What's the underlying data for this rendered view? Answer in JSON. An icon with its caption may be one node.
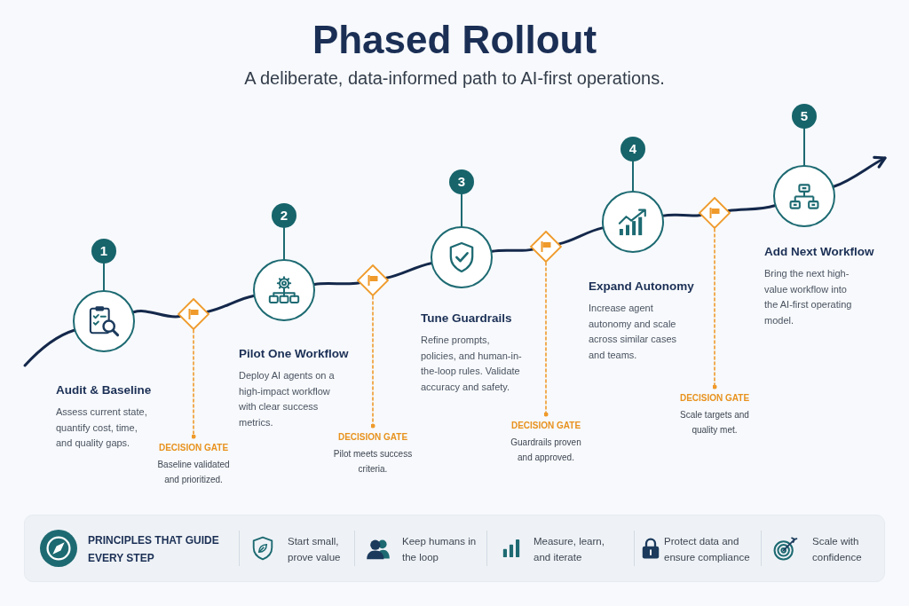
{
  "diagram": {
    "title": "Phased Rollout",
    "nodes": [
      {
        "text": [
          "1"
        ]
      },
      {
        "text": [],
        "shape": "circle",
        "beside": [
          "Audit & Baseline"
        ]
      },
      {
        "text": [],
        "shape": "diamond"
      },
      {
        "text": [
          "DECISION GATE",
          "Baseline validated and prioritized."
        ]
      },
      {
        "text": [
          "2"
        ]
      },
      {
        "text": [],
        "shape": "circle",
        "beside": [
          "Pilot One Workflow"
        ]
      },
      {
        "text": [],
        "shape": "diamond"
      },
      {
        "text": [
          "DECISION GATE",
          "Pilot meets success criteria."
        ]
      },
      {
        "text": [
          "3"
        ]
      },
      {
        "text": [],
        "shape": "circle",
        "beside": [
          "Tune Guardrails"
        ]
      },
      {
        "text": [],
        "shape": "diamond"
      },
      {
        "text": [
          "DECISION GATE",
          "Guardrails proven and approved."
        ]
      },
      {
        "text": [
          "4"
        ]
      },
      {
        "text": [],
        "shape": "circle",
        "beside": [
          "Expand Autonomy"
        ]
      },
      {
        "text": [],
        "shape": "diamond"
      },
      {
        "text": [
          "DECISION GATE",
          "Scale targets and quality met."
        ]
      },
      {
        "text": [
          "5"
        ]
      },
      {
        "text": [],
        "shape": "circle",
        "beside": [
          "Add Next Workflow"
        ]
      },
      {
        "text": [
          "PRINCIPLES THAT GUIDE EVERY STEP",
          "Start small, prove value",
          "Keep humans in the loop",
          "Measure, learn, and iterate",
          "Protect data and ensure compliance",
          "Scale with confidence"
        ]
      }
    ],
    "edges": [
      {
        "from": null,
        "to": 1,
        "arrow": "none"
      },
      {
        "from": 1,
        "to": 2,
        "arrow": "none"
      },
      {
        "from": 2,
        "to": 5,
        "arrow": "none"
      },
      {
        "from": 5,
        "to": 6,
        "arrow": "none"
      },
      {
        "from": 6,
        "to": 9,
        "arrow": "none"
      },
      {
        "from": 9,
        "to": 10,
        "arrow": "none"
      },
      {
        "from": 10,
        "to": 13,
        "arrow": "none"
      },
      {
        "from": 13,
        "to": 14,
        "arrow": "none"
      },
      {
        "from": 14,
        "to": 17,
        "arrow": "none"
      },
      {
        "from": 17,
        "to": null,
        "arrow": "to"
      },
      {
        "from": 0,
        "to": 1,
        "arrow": "none",
        "color": "#1d6a72"
      },
      {
        "from": 4,
        "to": 5,
        "arrow": "none",
        "color": "#1d6a72"
      },
      {
        "from": 8,
        "to": 9,
        "arrow": "none",
        "color": "#1d6a72"
      },
      {
        "from": 12,
        "to": 13,
        "arrow": "none",
        "color": "#1d6a72"
      },
      {
        "from": 16,
        "to": 17,
        "arrow": "none",
        "color": "#1d6a72"
      },
      {
        "from": 2,
        "to": 3,
        "arrow": "other",
        "style": "dashed",
        "color": "#ef9a2a"
      },
      {
        "from": 6,
        "to": 7,
        "arrow": "other",
        "style": "dashed",
        "color": "#ef9a2a"
      },
      {
        "from": 10,
        "to": 11,
        "arrow": "other",
        "style": "dashed",
        "color": "#ef9a2a"
      },
      {
        "from": 14,
        "to": 15,
        "arrow": "other",
        "style": "dashed",
        "color": "#ef9a2a"
      }
    ],
    "labels": [
      "A deliberate, data-informed path to AI-first operations.",
      "Assess current state, quantify cost, time, and quality gaps.",
      "Deploy AI agents on a high-impact workflow with clear success metrics.",
      "Refine prompts, policies, and human-in-the-loop rules. Validate accuracy and safety.",
      "Increase agent autonomy and scale across similar cases and teams.",
      "Bring the next high-value workflow into the AI-first operating model."
    ]
  }
}
